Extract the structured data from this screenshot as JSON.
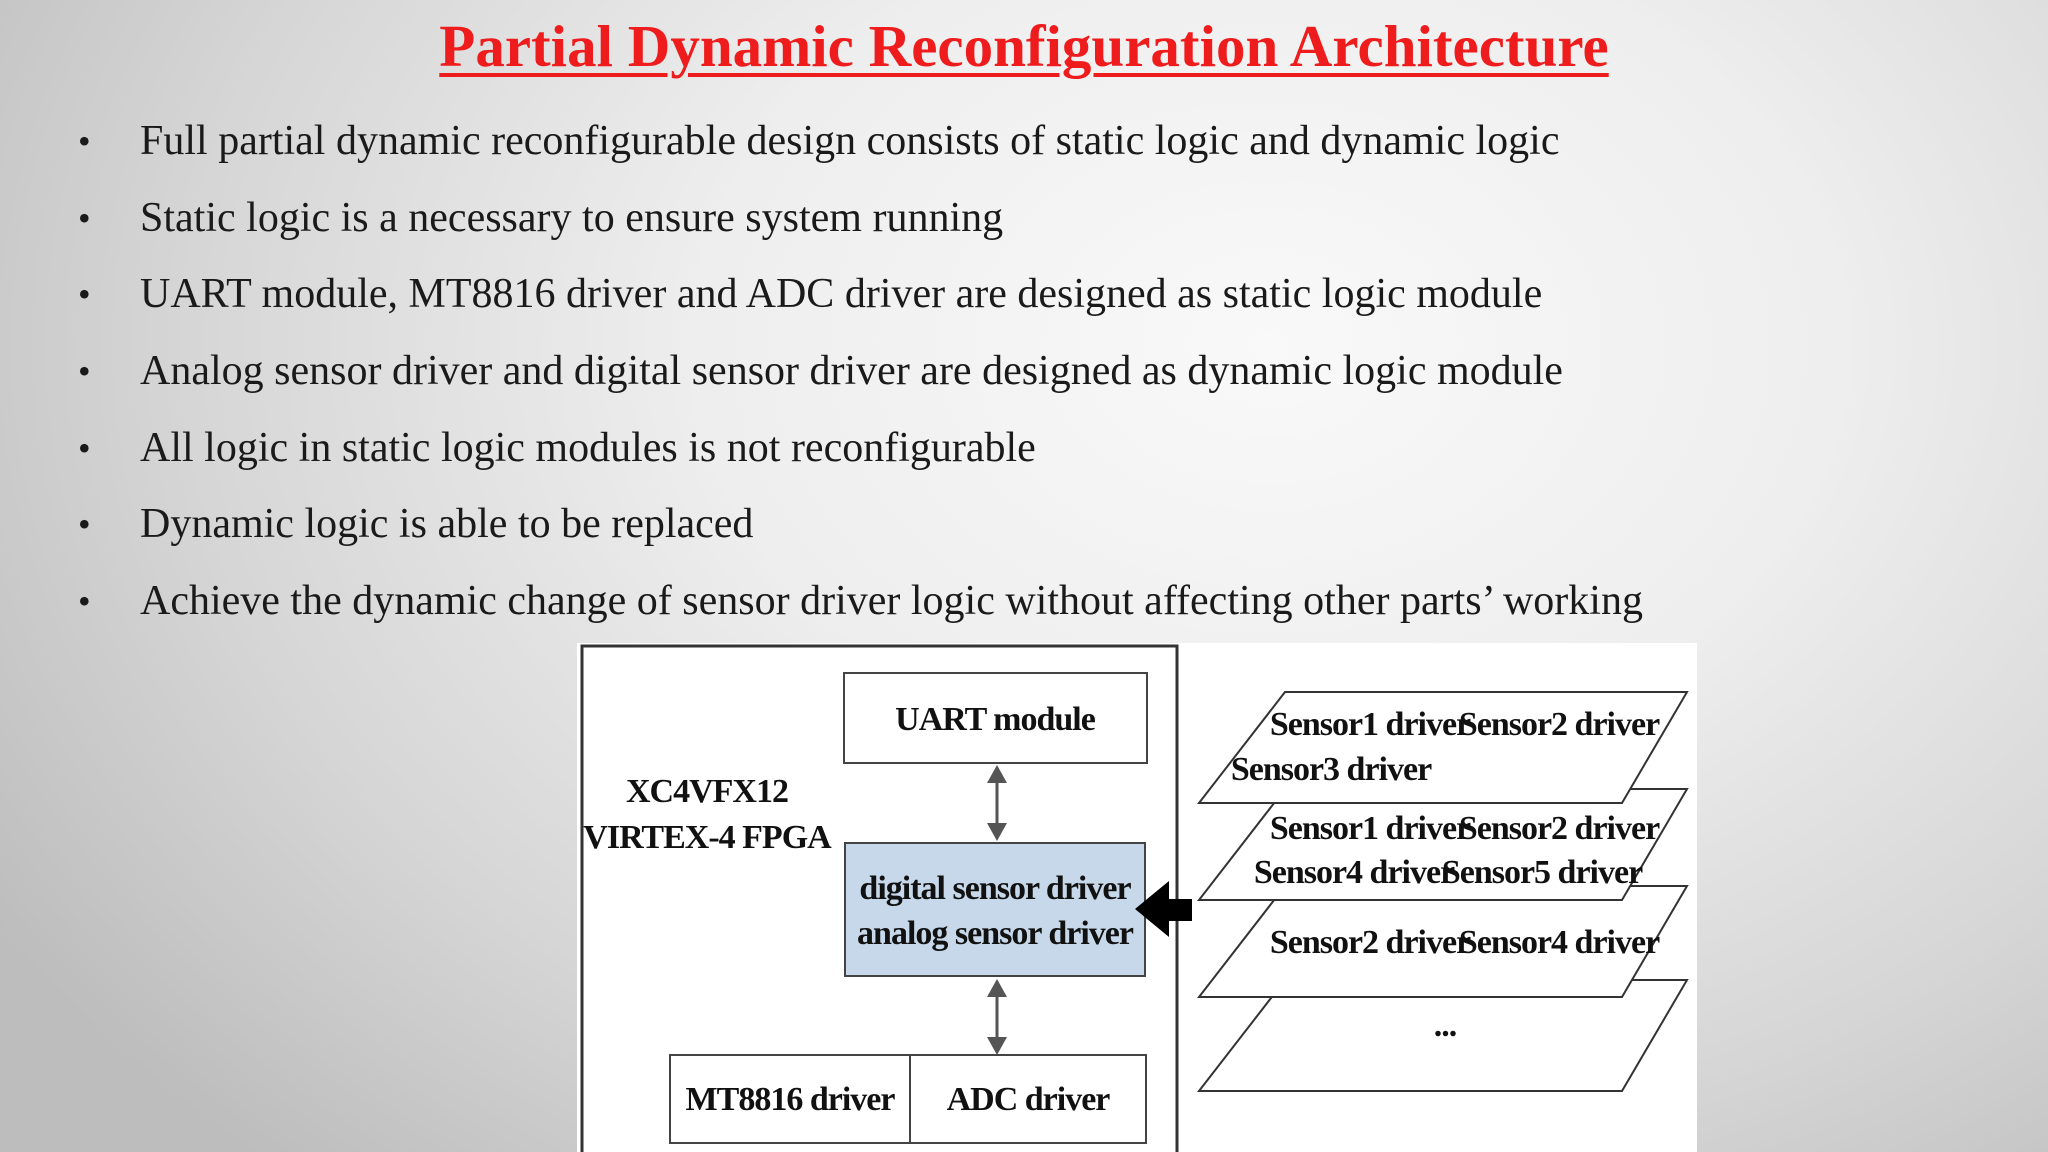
{
  "title": "Partial Dynamic Reconfiguration Architecture",
  "bullet_symbol": "•",
  "bullets": [
    "Full partial dynamic reconfigurable design consists of static logic and dynamic logic",
    "Static logic is a necessary to ensure system running",
    "UART module, MT8816 driver and ADC driver are designed as static logic module",
    "Analog sensor driver and digital sensor driver are designed as dynamic logic module",
    "All logic in static logic modules is not reconfigurable",
    "Dynamic logic is able to be replaced",
    "Achieve the dynamic change of sensor driver logic without affecting other parts’ working"
  ],
  "diagram": {
    "fpga_label_line1": "XC4VFX12",
    "fpga_label_line2": "VIRTEX-4 FPGA",
    "uart_module": "UART module",
    "dynamic_line1": "digital sensor driver",
    "dynamic_line2": "analog sensor driver",
    "mt8816_driver": "MT8816 driver",
    "adc_driver": "ADC driver",
    "layer1_a": "Sensor1 driver",
    "layer1_b": "Sensor2 driver",
    "layer1_c": "Sensor3 driver",
    "layer2_a": "Sensor1 driver",
    "layer2_b": "Sensor2 driver",
    "layer2_c": "Sensor4 driver",
    "layer2_d": "Sensor5 driver",
    "layer3_a": "Sensor2 driver",
    "layer3_b": "Sensor4 driver",
    "layer4_ellipsis": "...",
    "colors": {
      "title": "#ee1c1c",
      "dynamic_fill": "#c6d8ea"
    }
  }
}
